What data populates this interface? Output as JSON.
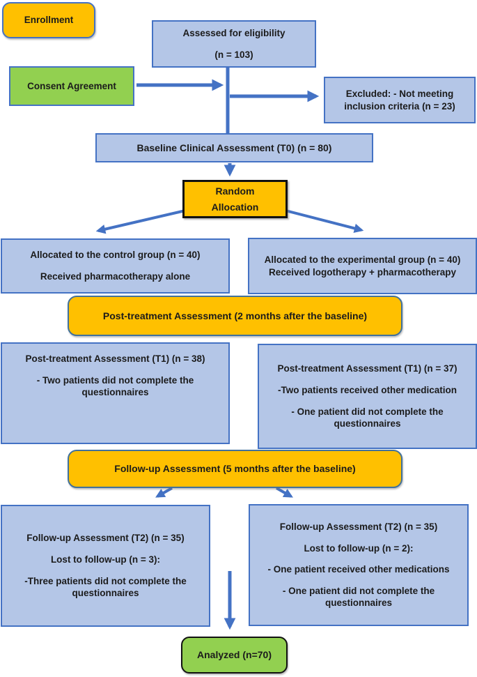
{
  "diagram_title": "CONSORT-style participant enrollment flowchart",
  "colors": {
    "box_fill_blue": "#b4c6e7",
    "box_border_blue": "#4472c4",
    "bar_border_blue": "#41719c",
    "accent_orange": "#ffc000",
    "accent_green": "#92d050",
    "border_black": "#111111",
    "arrow_blue": "#4472c4",
    "text": "#1b1b1b"
  },
  "nodes": {
    "enrollment": {
      "label": "Enrollment"
    },
    "assessed": {
      "lines": [
        "Assessed for eligibility",
        "(n = 103)"
      ]
    },
    "consent": {
      "label": "Consent Agreement"
    },
    "excluded": {
      "label": "Excluded: - Not meeting inclusion criteria (n = 23)"
    },
    "baseline": {
      "label": "Baseline Clinical Assessment (T0) (n = 80)"
    },
    "random": {
      "lines": [
        "Random",
        "Allocation"
      ]
    },
    "control": {
      "lines": [
        "Allocated to the control group (n = 40)",
        "Received pharmacotherapy alone"
      ]
    },
    "experimental": {
      "label": "Allocated to the experimental group (n = 40) Received logotherapy + pharmacotherapy"
    },
    "post_treatment_bar": {
      "label": "Post-treatment Assessment (2 months after the baseline)"
    },
    "t1_control": {
      "lines": [
        "Post-treatment Assessment (T1) (n = 38)",
        "- Two patients did not complete the questionnaires"
      ]
    },
    "t1_experimental": {
      "lines": [
        "Post-treatment Assessment (T1) (n = 37)",
        "-Two patients received other medication",
        "- One patient did not complete the questionnaires"
      ]
    },
    "follow_up_bar": {
      "label": "Follow-up Assessment (5 months after the baseline)"
    },
    "t2_control": {
      "lines": [
        "Follow-up Assessment (T2) (n = 35)",
        "Lost to follow-up (n = 3):",
        "-Three patients did not complete the questionnaires"
      ]
    },
    "t2_experimental": {
      "lines": [
        "Follow-up Assessment (T2) (n = 35)",
        "Lost to follow-up (n = 2):",
        "- One patient received other medications",
        "- One patient did not complete the questionnaires"
      ]
    },
    "analyzed": {
      "label": "Analyzed (n=70)"
    }
  }
}
